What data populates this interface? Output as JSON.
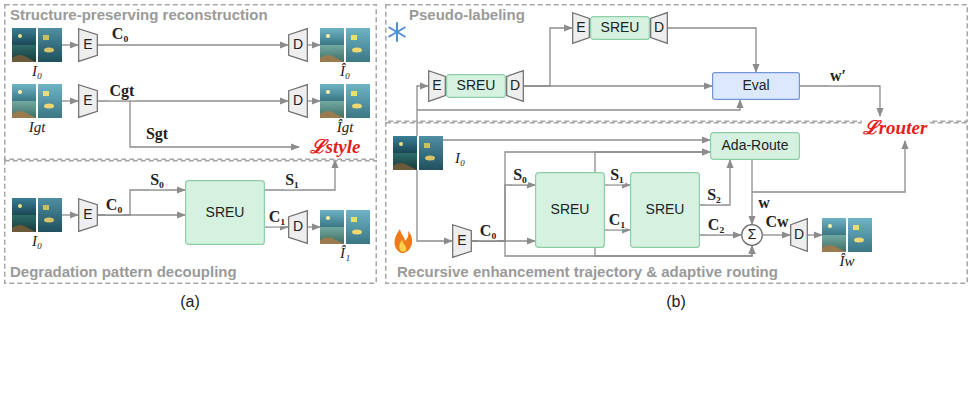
{
  "diagram": {
    "nodes": [
      {
        "text": [
          "Structure-preserving reconstruction"
        ]
      },
      {
        "text": [
          "E"
        ],
        "in": 0
      },
      {
        "text": [
          "D"
        ],
        "in": 0
      },
      {
        "text": [
          "E"
        ],
        "in": 0
      },
      {
        "text": [
          "D"
        ],
        "in": 0
      },
      {
        "text": [
          "Degradation pattern decoupling"
        ]
      },
      {
        "text": [
          "E"
        ],
        "in": 5
      },
      {
        "text": [
          "SREU"
        ],
        "in": 5
      },
      {
        "text": [
          "D"
        ],
        "in": 5
      },
      {
        "text": [
          "Pseudo-labeling"
        ]
      },
      {
        "text": [
          "E"
        ],
        "in": 9
      },
      {
        "text": [
          "SREU"
        ],
        "in": 9
      },
      {
        "text": [
          "D"
        ],
        "in": 9
      },
      {
        "text": [
          "E"
        ],
        "in": 9
      },
      {
        "text": [
          "SREU"
        ],
        "in": 9
      },
      {
        "text": [
          "D"
        ],
        "in": 9
      },
      {
        "text": [
          "Eval"
        ],
        "in": 9
      },
      {
        "text": [
          "Recursive enhancement trajectory & adaptive routing"
        ]
      },
      {
        "text": [
          "E"
        ],
        "in": 17
      },
      {
        "text": [
          "SREU"
        ],
        "in": 17
      },
      {
        "text": [
          "SREU"
        ],
        "in": 17
      },
      {
        "text": [
          "Ada-Route"
        ],
        "in": 17
      },
      {
        "text": [
          "Σ"
        ],
        "in": 17
      },
      {
        "text": [
          "D"
        ],
        "in": 17
      }
    ],
    "edges": [
      {
        "from": 1,
        "to": 2,
        "arrow": "to",
        "label": "C₀"
      },
      {
        "from": 3,
        "to": 4,
        "arrow": "to",
        "label": "Cgt"
      },
      {
        "from": 6,
        "to": 7,
        "arrow": "to",
        "label": "S₀"
      },
      {
        "from": 6,
        "to": 7,
        "arrow": "to",
        "label": "C₀"
      },
      {
        "from": 7,
        "to": 8,
        "arrow": "to",
        "label": "C₁"
      },
      {
        "from": 12,
        "to": 13,
        "arrow": "to"
      },
      {
        "from": 12,
        "to": 16,
        "arrow": "to"
      },
      {
        "from": 15,
        "to": 16,
        "arrow": "to"
      },
      {
        "from": 18,
        "to": 19,
        "arrow": "to",
        "label": "S₀"
      },
      {
        "from": 18,
        "to": 19,
        "arrow": "to",
        "label": "C₀"
      },
      {
        "from": 18,
        "to": 21,
        "arrow": "to"
      },
      {
        "from": 18,
        "to": 22,
        "arrow": "to"
      },
      {
        "from": 19,
        "to": 20,
        "arrow": "to",
        "label": "S₁"
      },
      {
        "from": 19,
        "to": 20,
        "arrow": "to",
        "label": "C₁"
      },
      {
        "from": 19,
        "to": 21,
        "arrow": "to"
      },
      {
        "from": 19,
        "to": 22,
        "arrow": "to"
      },
      {
        "from": 20,
        "to": 21,
        "arrow": "to",
        "label": "S₂"
      },
      {
        "from": 20,
        "to": 22,
        "arrow": "to",
        "label": "C₂"
      },
      {
        "from": 21,
        "to": 22,
        "arrow": "to",
        "label": "w"
      },
      {
        "from": 22,
        "to": 23,
        "arrow": "to",
        "label": "Cw"
      }
    ],
    "labels": [
      "I₀",
      "Î₀",
      "Igt",
      "Îgt",
      "Sgt",
      "ℒstyle",
      "I₀",
      "S₁",
      "Î₁",
      "w′",
      "ℒrouter",
      "I₀",
      "Îw",
      "(a)",
      "(b)"
    ]
  }
}
